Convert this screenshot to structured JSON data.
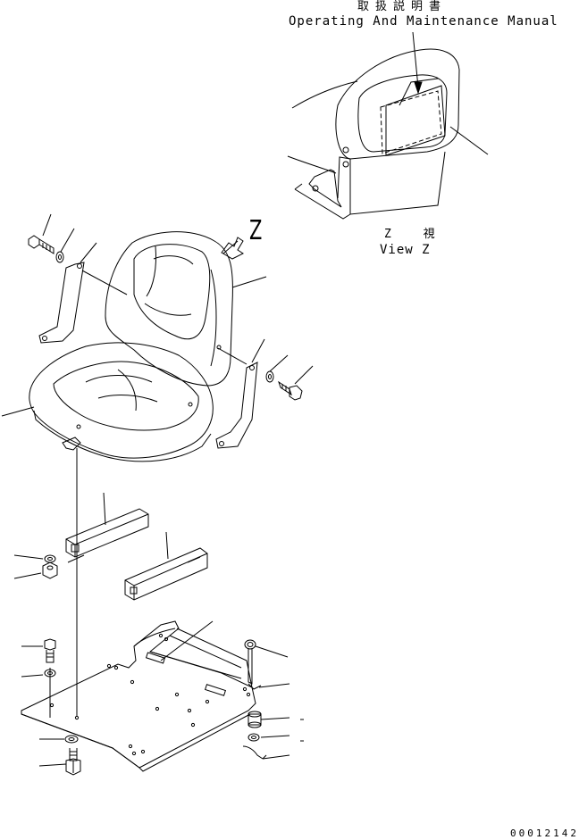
{
  "labels": {
    "manual_jp": "取扱説明書",
    "manual_en": "Operating And Maintenance Manual",
    "view_letter": "Z",
    "view_jp": "Z 視",
    "view_en": "View Z",
    "catalog_number": "00012142"
  },
  "colors": {
    "ink": "#000000",
    "paper": "#ffffff"
  }
}
